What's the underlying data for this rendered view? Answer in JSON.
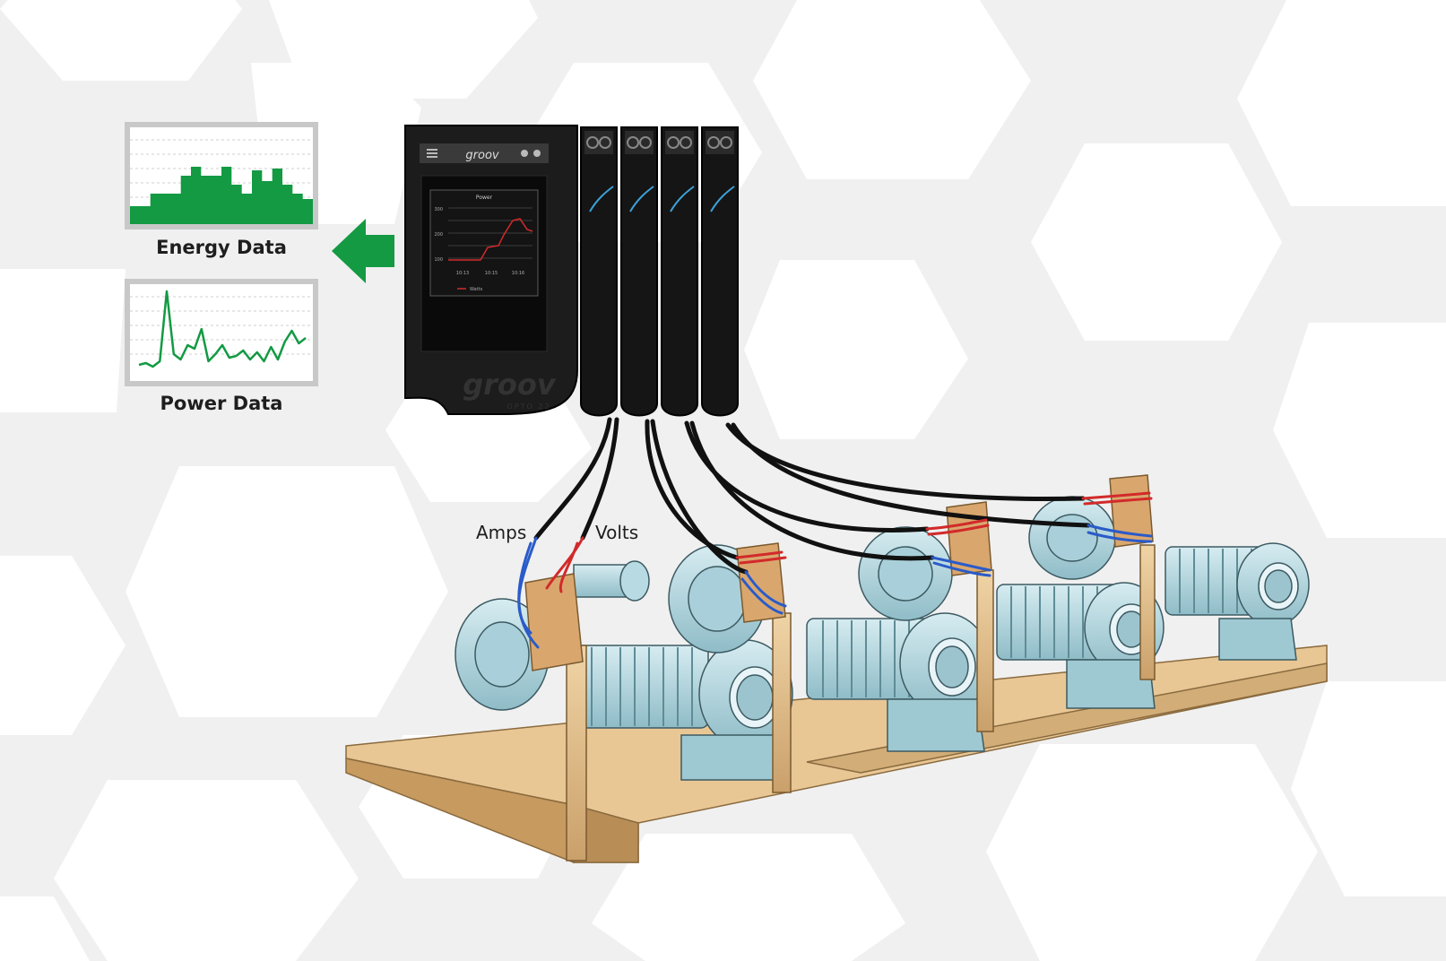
{
  "charts": {
    "energy": {
      "caption": "Energy Data",
      "color": "#139a43",
      "bars": [
        20,
        20,
        34,
        34,
        34,
        54,
        64,
        54,
        54,
        64,
        44,
        34,
        60,
        48,
        62,
        44,
        34,
        28
      ]
    },
    "power": {
      "caption": "Power Data",
      "color": "#139a43",
      "points": [
        8,
        10,
        6,
        12,
        90,
        20,
        14,
        30,
        26,
        48,
        12,
        20,
        30,
        16,
        18,
        24,
        14,
        22,
        12,
        28,
        14,
        34,
        46,
        32,
        38
      ]
    }
  },
  "arrow": {
    "color": "#139a43",
    "direction": "left"
  },
  "controller": {
    "brand": "groov",
    "maker": "OPTO 22",
    "screen_title": "Power",
    "screen_legend": "Watts",
    "screen_y_ticks": [
      "300",
      "200",
      "100"
    ],
    "screen_x_ticks": [
      "10:13",
      "10:15",
      "10:16"
    ],
    "module_count": 4
  },
  "wires": {
    "amps_label": "Amps",
    "volts_label": "Volts",
    "current_color": "#2a5bc9",
    "voltage_color": "#d22a2a"
  },
  "pumps": {
    "count": 4,
    "body_color": "#b8dbe3",
    "skid_color": "#e8c795"
  }
}
